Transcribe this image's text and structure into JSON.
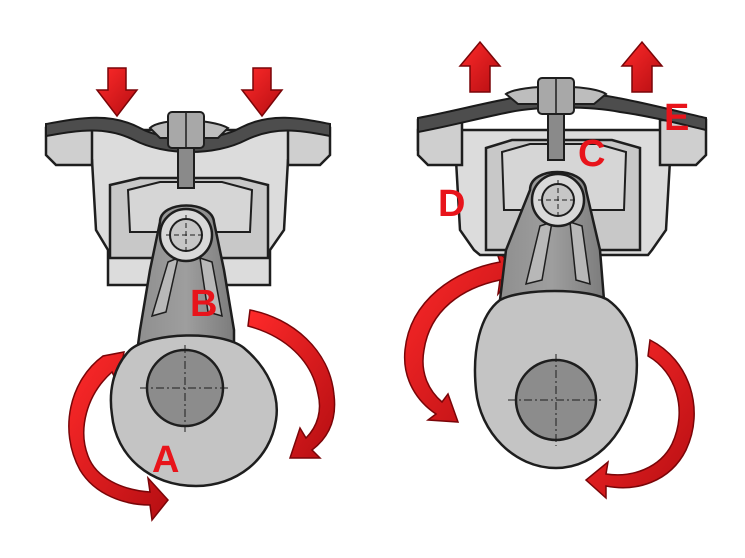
{
  "labels": {
    "a": "A",
    "b": "B",
    "c": "C",
    "d": "D",
    "e": "E"
  },
  "colors": {
    "label": "#e8141b",
    "arrow_red": "#e3161d",
    "arrow_dark": "#9a0a0e",
    "housing": "#d9d9d9",
    "housing_dark": "#bdbdbd",
    "cam": "#c4c4c4",
    "shaft": "#8c8c8c",
    "diaphragm": "#5a5a5a",
    "outline": "#1e1e1e"
  },
  "icons": {
    "push_down": "arrow-down-icon",
    "pull_up": "arrow-up-icon",
    "rotation": "curved-rotation-arrow-icon"
  }
}
